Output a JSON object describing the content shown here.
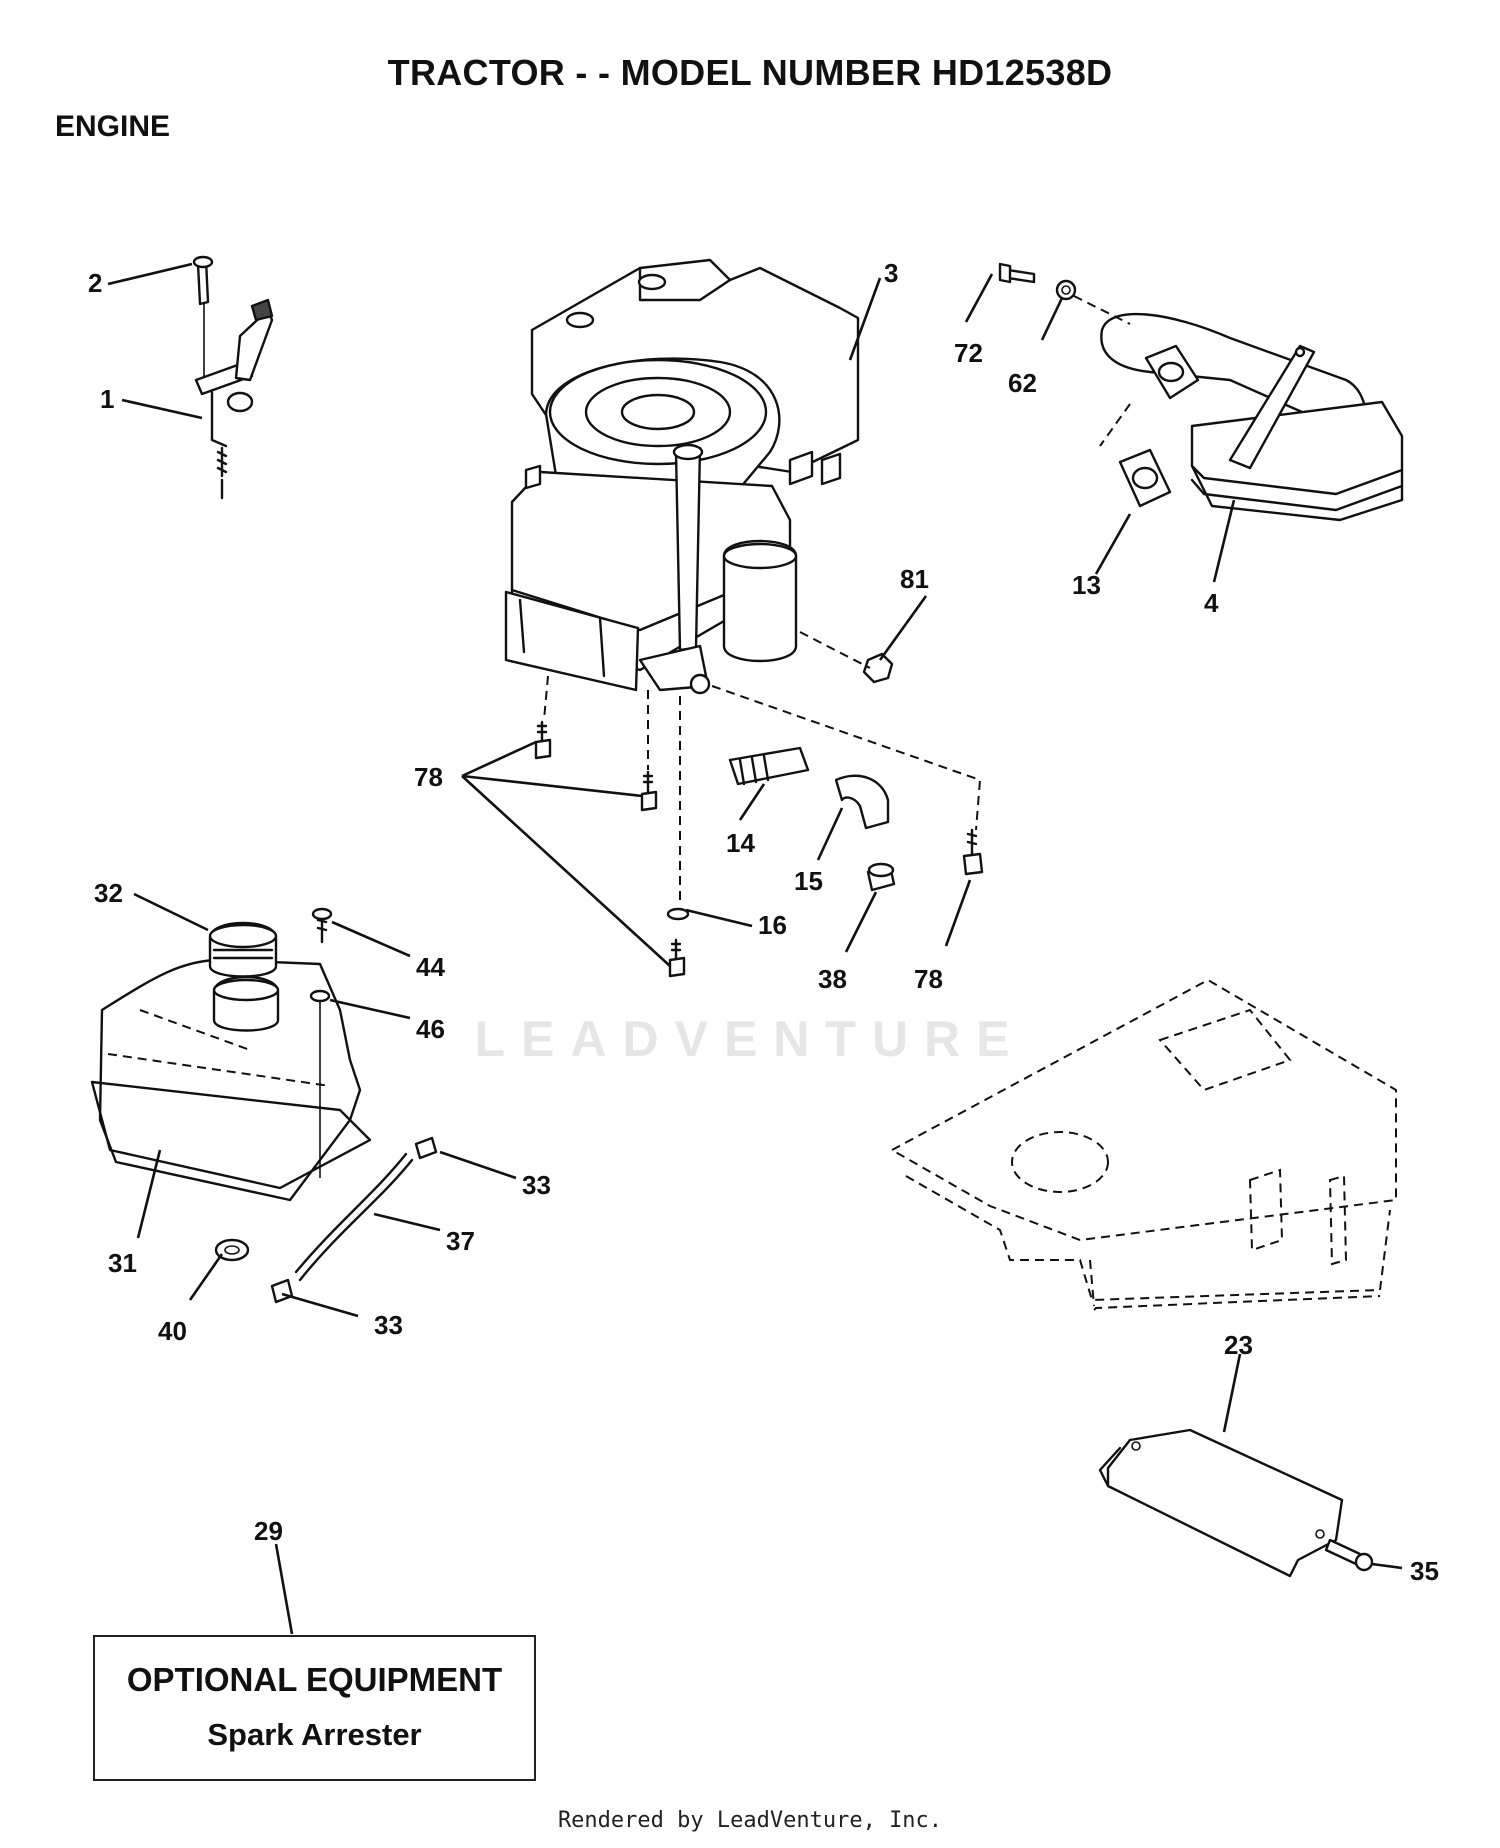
{
  "title": "TRACTOR - - MODEL NUMBER HD12538D",
  "section": "ENGINE",
  "watermark": "LEADVENTURE",
  "callouts": {
    "c1": "1",
    "c2": "2",
    "c3": "3",
    "c4": "4",
    "c13": "13",
    "c14": "14",
    "c15": "15",
    "c16": "16",
    "c23": "23",
    "c29": "29",
    "c31": "31",
    "c32": "32",
    "c33a": "33",
    "c33b": "33",
    "c35": "35",
    "c37": "37",
    "c38": "38",
    "c40": "40",
    "c44": "44",
    "c46": "46",
    "c62": "62",
    "c72": "72",
    "c78a": "78",
    "c78b": "78",
    "c81": "81"
  },
  "optional": {
    "heading": "OPTIONAL EQUIPMENT",
    "item": "Spark Arrester"
  },
  "footer": "Rendered by LeadVenture, Inc."
}
